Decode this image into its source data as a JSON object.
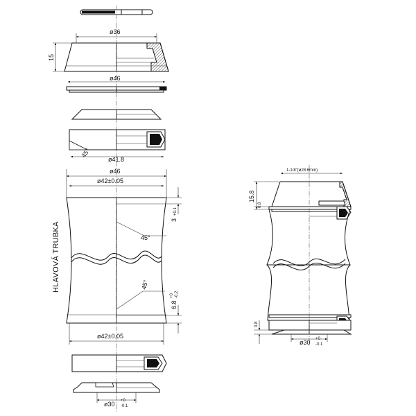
{
  "vertical_label": "HLAVOVÁ TRUBKA",
  "dimensions": {
    "cap_diameter": "ø36",
    "cap_height": "15",
    "top_cup_diameter": "ø46",
    "crown_race_diameter": "ø41.8",
    "crown_race_angle": "45°",
    "tube_outer_diameter": "ø46",
    "tube_bore_main": "ø42±0.05",
    "tube_top_offset_main": "3",
    "tube_top_offset_tol": "+0.1",
    "tube_top_angle": "45°",
    "tube_bottom_angle": "45°",
    "tube_bottom_offset_main": "6.8",
    "tube_bottom_offset_tol_upper": "+0",
    "tube_bottom_offset_tol_lower": "-0.2",
    "tube_bore_bottom": "ø42±0.05",
    "base_diameter_main": "ø30",
    "base_diameter_tol_upper": "+0",
    "base_diameter_tol_lower": "-0.1"
  },
  "assembly": {
    "steerer": "1-1/8\"(ø28.6mm)",
    "stack_height": "15.8",
    "top_gap": "0.8",
    "bottom_gap": "0.8",
    "bottom_diameter_main": "ø30",
    "bottom_diameter_tol_upper": "+0",
    "bottom_diameter_tol_lower": "-0.1"
  }
}
